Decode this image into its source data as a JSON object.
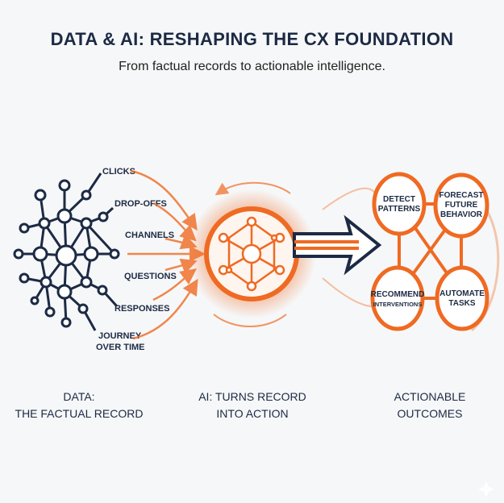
{
  "header": {
    "title": "DATA & AI: RESHAPING THE CX FOUNDATION",
    "subtitle": "From factual records to actionable intelligence."
  },
  "data_inputs": [
    "CLICKS",
    "DROP-OFFS",
    "CHANNELS",
    "QUESTIONS",
    "RESPONSES",
    "JOURNEY",
    "OVER TIME"
  ],
  "sections": {
    "data": [
      "DATA:",
      "THE FACTUAL RECORD"
    ],
    "ai": [
      "AI: TURNS RECORD",
      "INTO ACTION"
    ],
    "outcomes": [
      "ACTIONABLE",
      "OUTCOMES"
    ]
  },
  "outcomes": {
    "detect": [
      "DETECT",
      "PATTERNS"
    ],
    "forecast": [
      "FORECAST",
      "FUTURE",
      "BEHAVIOR"
    ],
    "recommend": [
      "RECOMMEND",
      "INTERVENTIONS"
    ],
    "automate": [
      "AUTOMATE",
      "TASKS"
    ]
  },
  "colors": {
    "navy": "#1c2a44",
    "orange": "#ef6a22"
  }
}
